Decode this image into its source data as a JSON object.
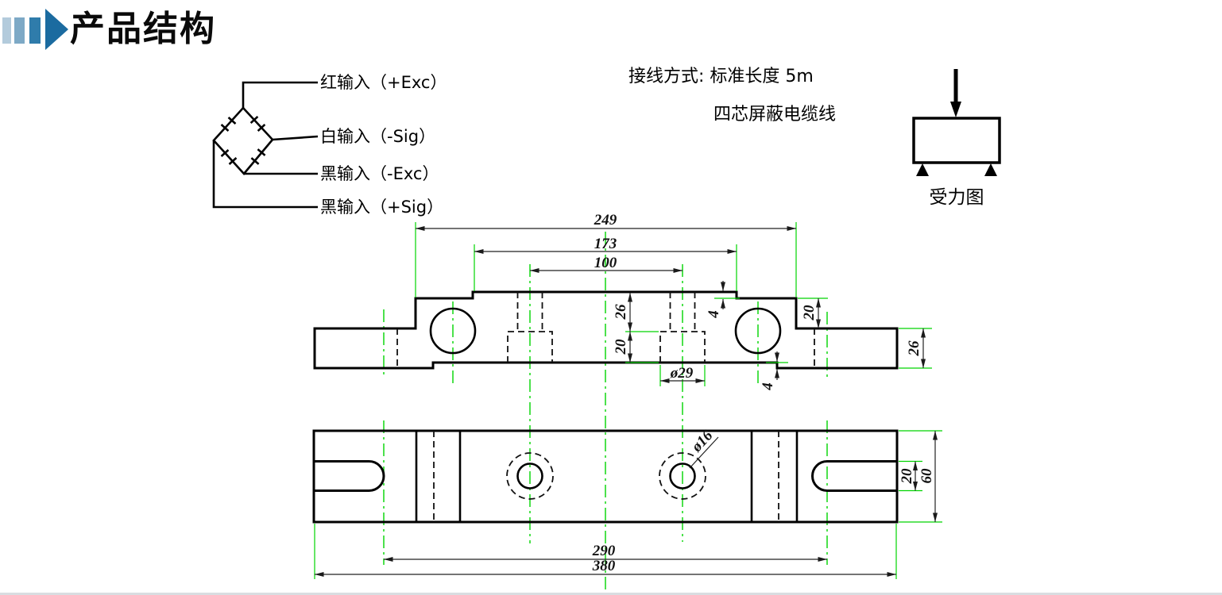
{
  "header": {
    "title": "产品结构",
    "logo_colors": {
      "bar1": "#b3cbdc",
      "bar2": "#7da9c6",
      "bar3": "#2f7cab",
      "arrow": "#1b6ba0"
    }
  },
  "wiring_diagram": {
    "labels": [
      {
        "text": "红输入（+Exc）"
      },
      {
        "text": "白输入（-Sig）"
      },
      {
        "text": "黑输入（-Exc）"
      },
      {
        "text": "黑输入（+Sig）"
      }
    ],
    "note_line1": "接线方式: 标准长度 5m",
    "note_line2": "四芯屏蔽电缆线"
  },
  "force_diagram": {
    "caption": "受力图"
  },
  "side_view": {
    "dims": {
      "span_outer": "249",
      "span_mid": "173",
      "hole_spacing": "100",
      "depth_to_counterbore": "26",
      "counterbore_depth": "20",
      "counterbore_dia": "ø29",
      "step_top": "4",
      "step_bottom": "4",
      "shoulder_drop": "20",
      "end_height": "26"
    }
  },
  "top_view": {
    "dims": {
      "hole_dia": "ø16",
      "slot_width": "20",
      "plate_width": "60",
      "slot_center_span": "290",
      "overall_length": "380"
    }
  },
  "colors": {
    "centerline_green": "#00d400",
    "line_black": "#000000"
  }
}
